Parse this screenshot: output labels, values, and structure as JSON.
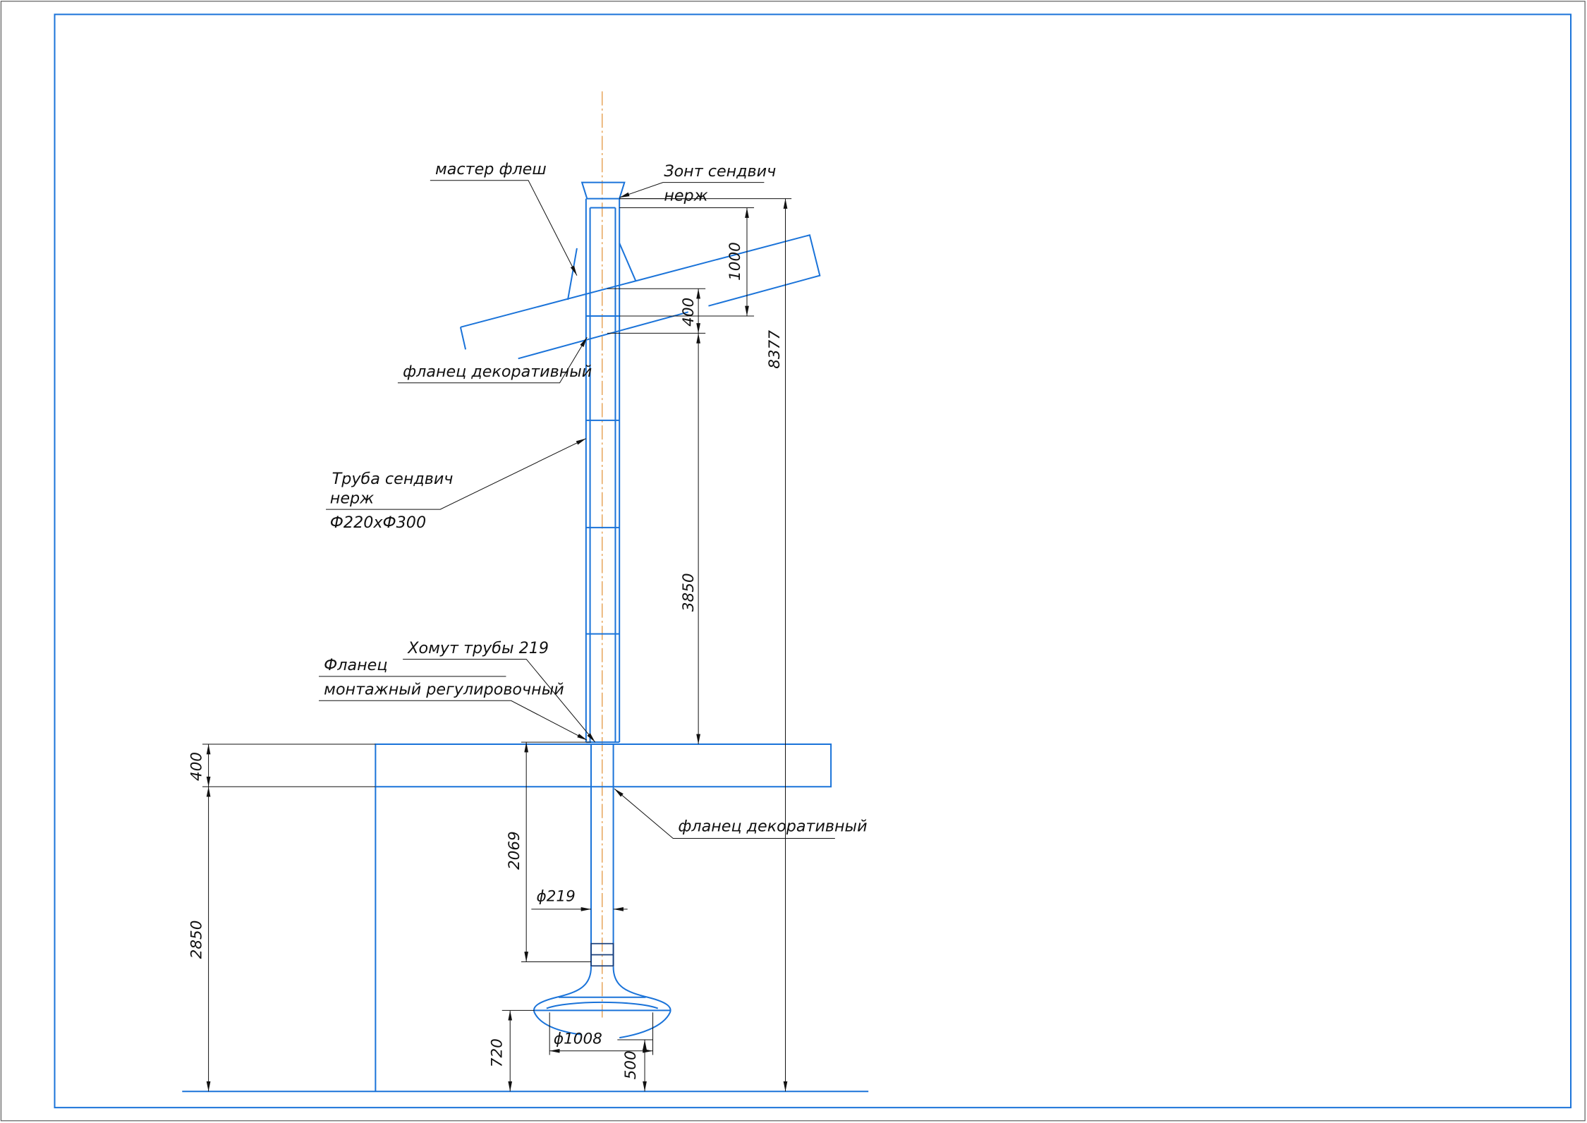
{
  "labels": {
    "master_flash": "мастер флеш",
    "umbrella": "Зонт сендвич",
    "umbrella_material": "нерж",
    "decor_flange_top": "фланец декоративный",
    "pipe_line1": "Труба сендвич",
    "pipe_line2": "нерж",
    "pipe_line3": "Ф220хФ300",
    "clamp": "Хомут трубы 219",
    "mount_flange_line1": "Фланец",
    "mount_flange_line2": "монтажный регулировочный",
    "decor_flange_bottom": "фланец декоративный"
  },
  "dimensions": {
    "total_height": "8377",
    "top_section": "1000",
    "roof_section": "400",
    "pipe_to_ceiling": "3850",
    "slab": "400",
    "room_height": "2850",
    "lower_pipe": "2069",
    "pipe_diameter": "ϕ219",
    "hood_diameter": "ϕ1008",
    "hood_height": "720",
    "hood_bottom": "500"
  },
  "colors": {
    "outline": "#1a73d9",
    "centerline": "#e08a2a",
    "dimension": "#111111"
  }
}
